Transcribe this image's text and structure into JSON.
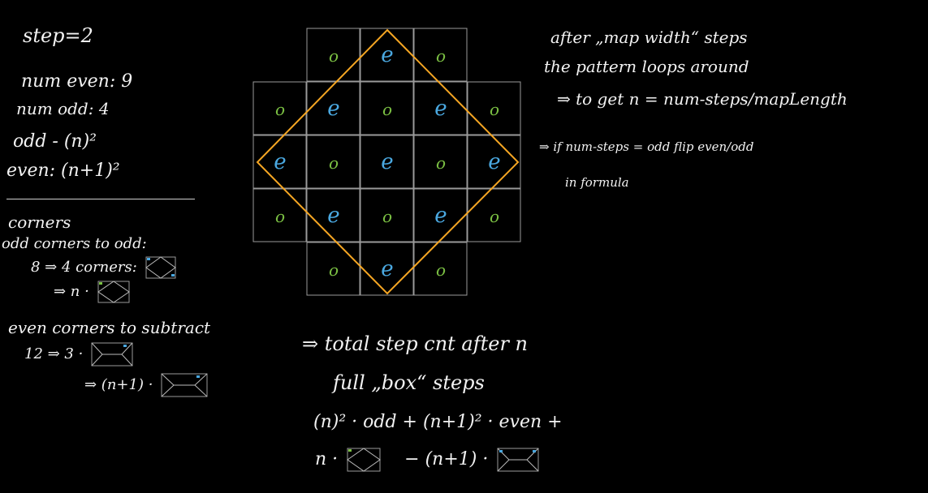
{
  "left_notes": {
    "step": "step=2",
    "num_even": "num even: 9",
    "num_odd": "num odd: 4",
    "odd_formula": "odd - (n)²",
    "even_formula": "even: (n+1)²",
    "corners_title": "corners",
    "odd_corners": "odd corners to odd:",
    "odd_count": "8 ⇒ 4 corners:",
    "odd_n": "⇒ n ·",
    "even_corners": "even corners to subtract",
    "even_count": "12 ⇒ 3 ·",
    "even_n": "⇒ (n+1) ·"
  },
  "right_notes": {
    "line1": "after „map width“ steps",
    "line2": "the pattern loops around",
    "line3": "⇒ to get n = num-steps/mapLength",
    "line4": "⇒ if num-steps = odd flip even/odd",
    "line5": "in formula"
  },
  "bottom_notes": {
    "line1": "⇒ total step cnt after n",
    "line2": "full „box“ steps",
    "line3": "(n)² · odd +   (n+1)² · even +",
    "line4_a": "n ·",
    "line4_b": "−  (n+1) ·"
  },
  "grid": {
    "rows": [
      [
        "",
        "o",
        "e",
        "o",
        ""
      ],
      [
        "o",
        "e",
        "o",
        "e",
        "o"
      ],
      [
        "e",
        "o",
        "e",
        "o",
        "e"
      ],
      [
        "o",
        "e",
        "o",
        "e",
        "o"
      ],
      [
        "",
        "o",
        "e",
        "o",
        ""
      ]
    ],
    "colors": {
      "odd": "#7bc043",
      "even": "#4aa8e0",
      "diamond": "#f5a623",
      "cell_border": "#9a9a9a"
    }
  }
}
